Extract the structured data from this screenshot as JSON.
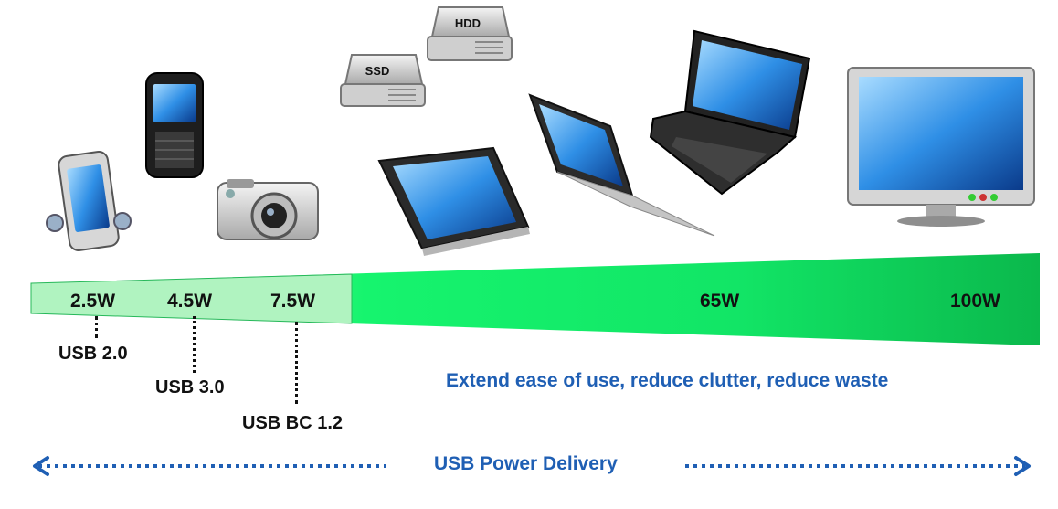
{
  "devices": {
    "ssd_label": "SSD",
    "hdd_label": "HDD",
    "items": [
      "smartphone-icon",
      "blackberry-phone-icon",
      "camera-icon",
      "ssd-icon",
      "hdd-icon",
      "tablet-icon",
      "ultrabook-icon",
      "laptop-icon",
      "monitor-icon"
    ]
  },
  "scale": {
    "levels": [
      "2.5W",
      "4.5W",
      "7.5W",
      "65W",
      "100W"
    ],
    "standards": [
      "USB 2.0",
      "USB 3.0",
      "USB BC 1.2"
    ]
  },
  "tagline": "Extend ease of use, reduce clutter, reduce waste",
  "footer": {
    "label": "USB Power Delivery"
  },
  "colors": {
    "accent_blue": "#1f5fb4",
    "green_light": "#b8f7c8",
    "green_mid": "#16f46e",
    "green_dark": "#0bb84c"
  }
}
